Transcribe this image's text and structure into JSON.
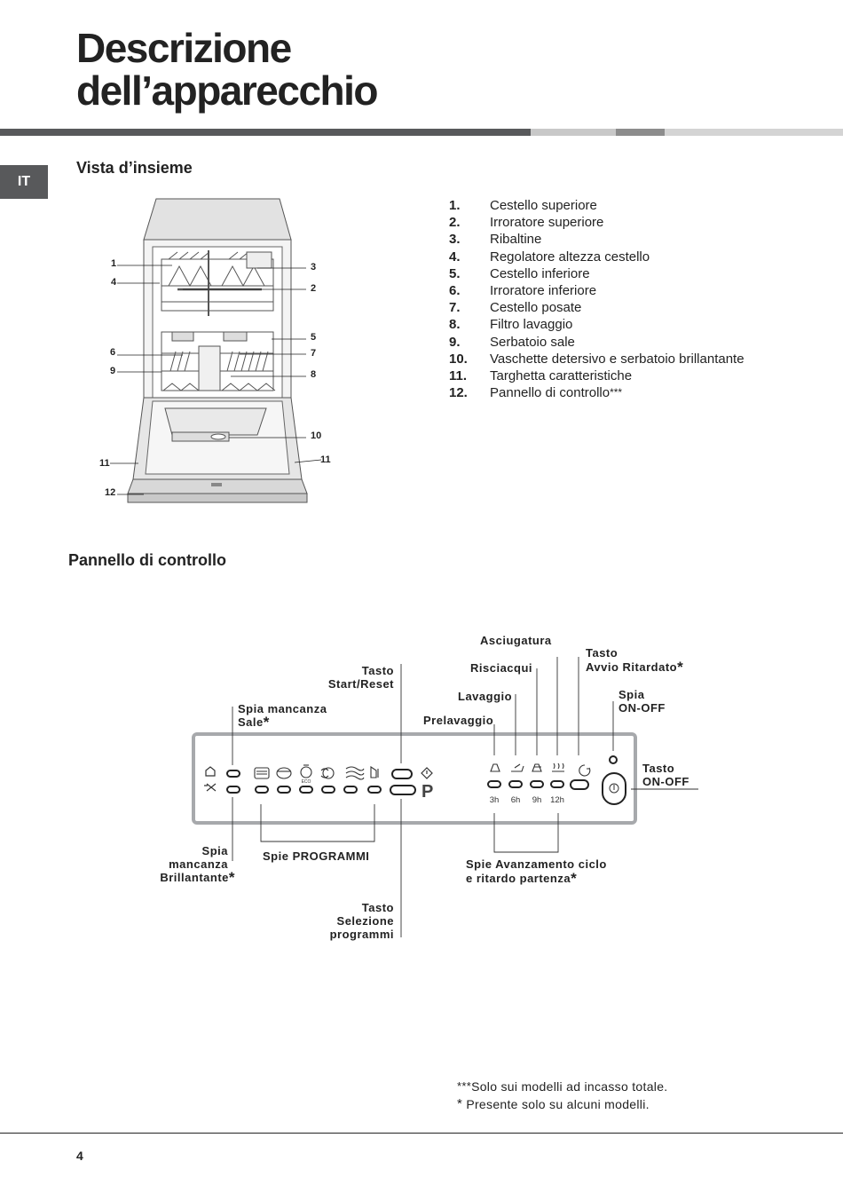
{
  "page": {
    "title_line1": "Descrizione",
    "title_line2": "dell’apparecchio",
    "lang_tab": "IT",
    "page_number": "4"
  },
  "colors": {
    "bar_dark": "#58595b",
    "bar_light": "#c8c8c8",
    "bar_mid": "#8c8c8c",
    "panel_border": "#a7a9ac"
  },
  "overview": {
    "heading": "Vista d’insieme",
    "callouts": [
      "1",
      "4",
      "6",
      "9",
      "3",
      "2",
      "5",
      "7",
      "8",
      "10",
      "11",
      "11",
      "12"
    ],
    "parts": [
      {
        "num": "1.",
        "label": "Cestello superiore"
      },
      {
        "num": "2.",
        "label": "Irroratore superiore"
      },
      {
        "num": "3.",
        "label": "Ribaltine"
      },
      {
        "num": "4.",
        "label": "Regolatore altezza cestello"
      },
      {
        "num": "5.",
        "label": "Cestello inferiore"
      },
      {
        "num": "6.",
        "label": "Irroratore inferiore"
      },
      {
        "num": "7.",
        "label": "Cestello posate"
      },
      {
        "num": "8.",
        "label": "Filtro lavaggio"
      },
      {
        "num": "9.",
        "label": "Serbatoio sale"
      },
      {
        "num": "10.",
        "label": "Vaschette detersivo e serbatoio brillantante"
      },
      {
        "num": "11.",
        "label": "Targhetta caratteristiche"
      },
      {
        "num": "12.",
        "label": "Pannello di controllo",
        "suffix": "***"
      }
    ]
  },
  "control_panel": {
    "heading": "Pannello di controllo",
    "labels": {
      "asciugatura": "Asciugatura",
      "tasto_avvio_1": "Tasto",
      "tasto_avvio_2": "Avvio Ritardato",
      "risciacqui": "Risciacqui",
      "tasto_start_1": "Tasto",
      "tasto_start_2": "Start/Reset",
      "lavaggio": "Lavaggio",
      "spia_onoff_1": "Spia",
      "spia_onoff_2": "ON-OFF",
      "spia_sale_1": "Spia mancanza",
      "spia_sale_2": "Sale",
      "prelavaggio": "Prelavaggio",
      "tasto_onoff_1": "Tasto",
      "tasto_onoff_2": "ON-OFF",
      "spia_brill_1": "Spia",
      "spia_brill_2": "mancanza",
      "spia_brill_3": "Brillantante",
      "spie_programmi": "Spie PROGRAMMI",
      "spie_avanz_1": "Spie Avanzamento ciclo",
      "spie_avanz_2": "e ritardo partenza",
      "tasto_sel_1": "Tasto",
      "tasto_sel_2": "Selezione",
      "tasto_sel_3": "programmi",
      "star": "*"
    },
    "delay_hours": [
      "3h",
      "6h",
      "9h",
      "12h"
    ],
    "program_key": "P",
    "eco_label": "ECO"
  },
  "footnotes": [
    {
      "mark": "***",
      "text": "Solo sui modelli ad incasso totale."
    },
    {
      "mark": "*",
      "text": " Presente solo su alcuni modelli."
    }
  ]
}
